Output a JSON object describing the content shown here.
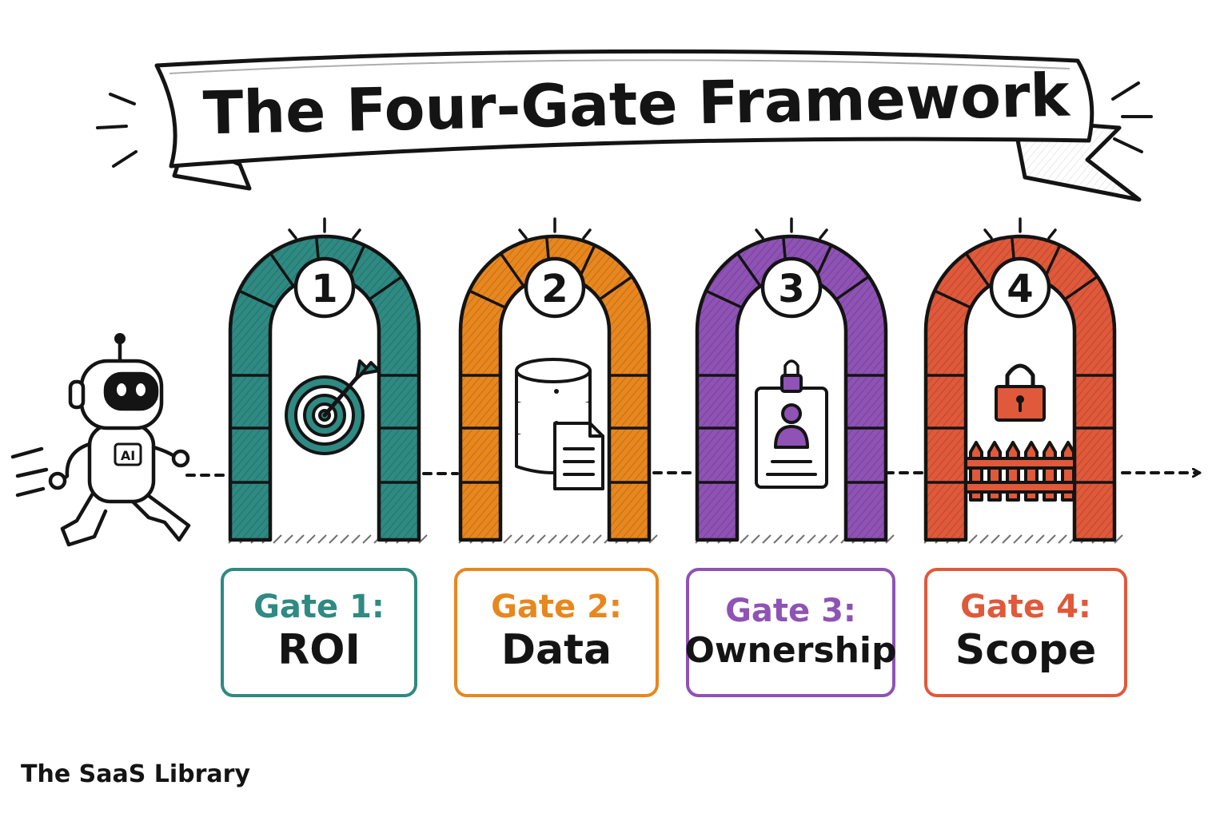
{
  "title": "The Four-Gate Framework",
  "robot_badge": "AI",
  "brand": "The SaaS Library",
  "gates": [
    {
      "number": "1",
      "label": "Gate 1:",
      "name": "ROI",
      "color": "#2e8a82",
      "icon": "target-icon"
    },
    {
      "number": "2",
      "label": "Gate 2:",
      "name": "Data",
      "color": "#e8871e",
      "icon": "database-document-icon"
    },
    {
      "number": "3",
      "label": "Gate 3:",
      "name": "Ownership",
      "color": "#8f52b5",
      "icon": "id-badge-icon"
    },
    {
      "number": "4",
      "label": "Gate 4:",
      "name": "Scope",
      "color": "#e0593a",
      "icon": "lock-fence-icon"
    }
  ]
}
